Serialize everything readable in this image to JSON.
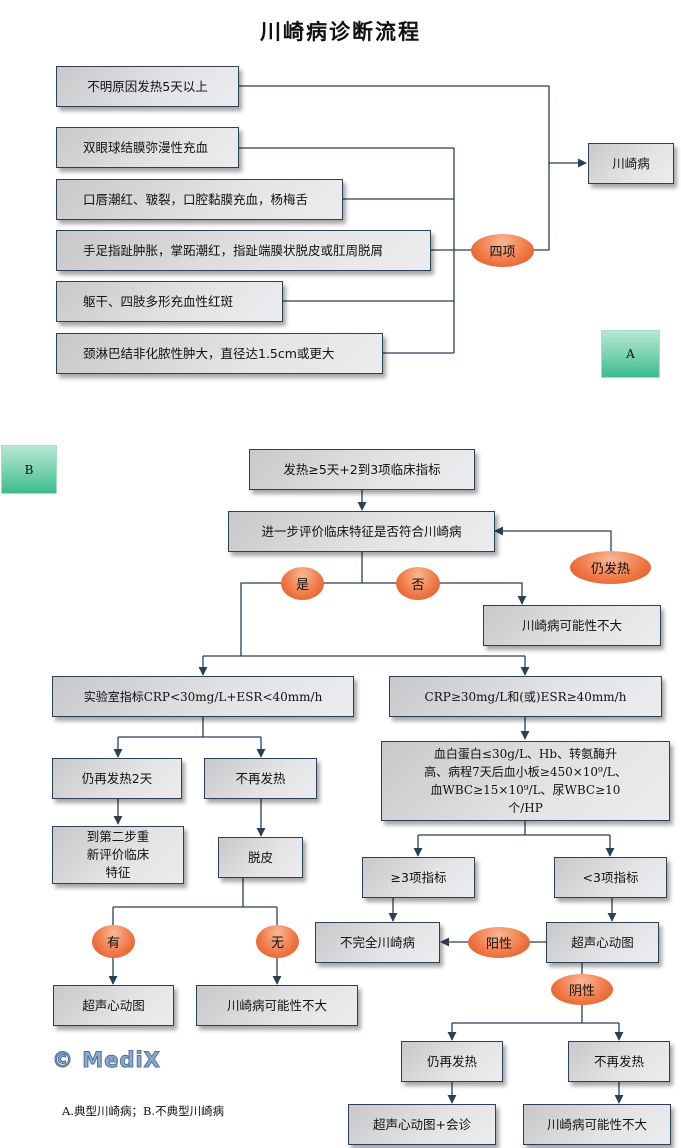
{
  "title": "川崎病诊断流程",
  "section_a": {
    "tag": "A",
    "criteria": [
      "不明原因发热5天以上",
      "双眼球结膜弥漫性充血",
      "口唇潮红、皲裂，口腔黏膜充血，杨梅舌",
      "手足指趾肿胀，掌跖潮红，指趾端膜状脱皮或肛周脱屑",
      "躯干、四肢多形充血性红斑",
      "颈淋巴结非化脓性肿大，直径达1.5cm或更大"
    ],
    "merge_label": "四项",
    "result": "川崎病"
  },
  "section_b": {
    "tag": "B",
    "start": "发热≥5天+2到3项临床指标",
    "evaluate": "进一步评价临床特征是否符合川崎病",
    "still_fever_loop": "仍发热",
    "yes_label": "是",
    "no_label": "否",
    "unlikely_1": "川崎病可能性不大",
    "lab_low": "实验室指标CRP<30mg/L+ESR<40mm/h",
    "lab_high": "CRP≥30mg/L和(或)ESR≥40mm/h",
    "supplementary": "血白蛋白≤30g/L、Hb、转氨酶升高、病程7天后血小板≥450×10⁹/L、血WBC≥15×10⁹/L、尿WBC≥10个/HP",
    "fever_2days": "仍再发热2天",
    "no_more_fever_1": "不再发热",
    "reevaluate": "到第二步重新评价临床特征",
    "desquamation": "脱皮",
    "has_label": "有",
    "none_label": "无",
    "echo_1": "超声心动图",
    "unlikely_2": "川崎病可能性不大",
    "ge3": "≥3项指标",
    "lt3": "<3项指标",
    "incomplete": "不完全川崎病",
    "positive_label": "阳性",
    "echo_2": "超声心动图",
    "negative_label": "阴性",
    "still_fever": "仍再发热",
    "no_more_fever_2": "不再发热",
    "echo_consult": "超声心动图+会诊",
    "unlikely_3": "川崎病可能性不大"
  },
  "watermark": "© MediX",
  "caption": "A.典型川崎病；B.不典型川崎病",
  "colors": {
    "line": "#2b3f55",
    "oval": "#f07a48",
    "tag": "#5cc79f",
    "box": "#dcdcde"
  }
}
